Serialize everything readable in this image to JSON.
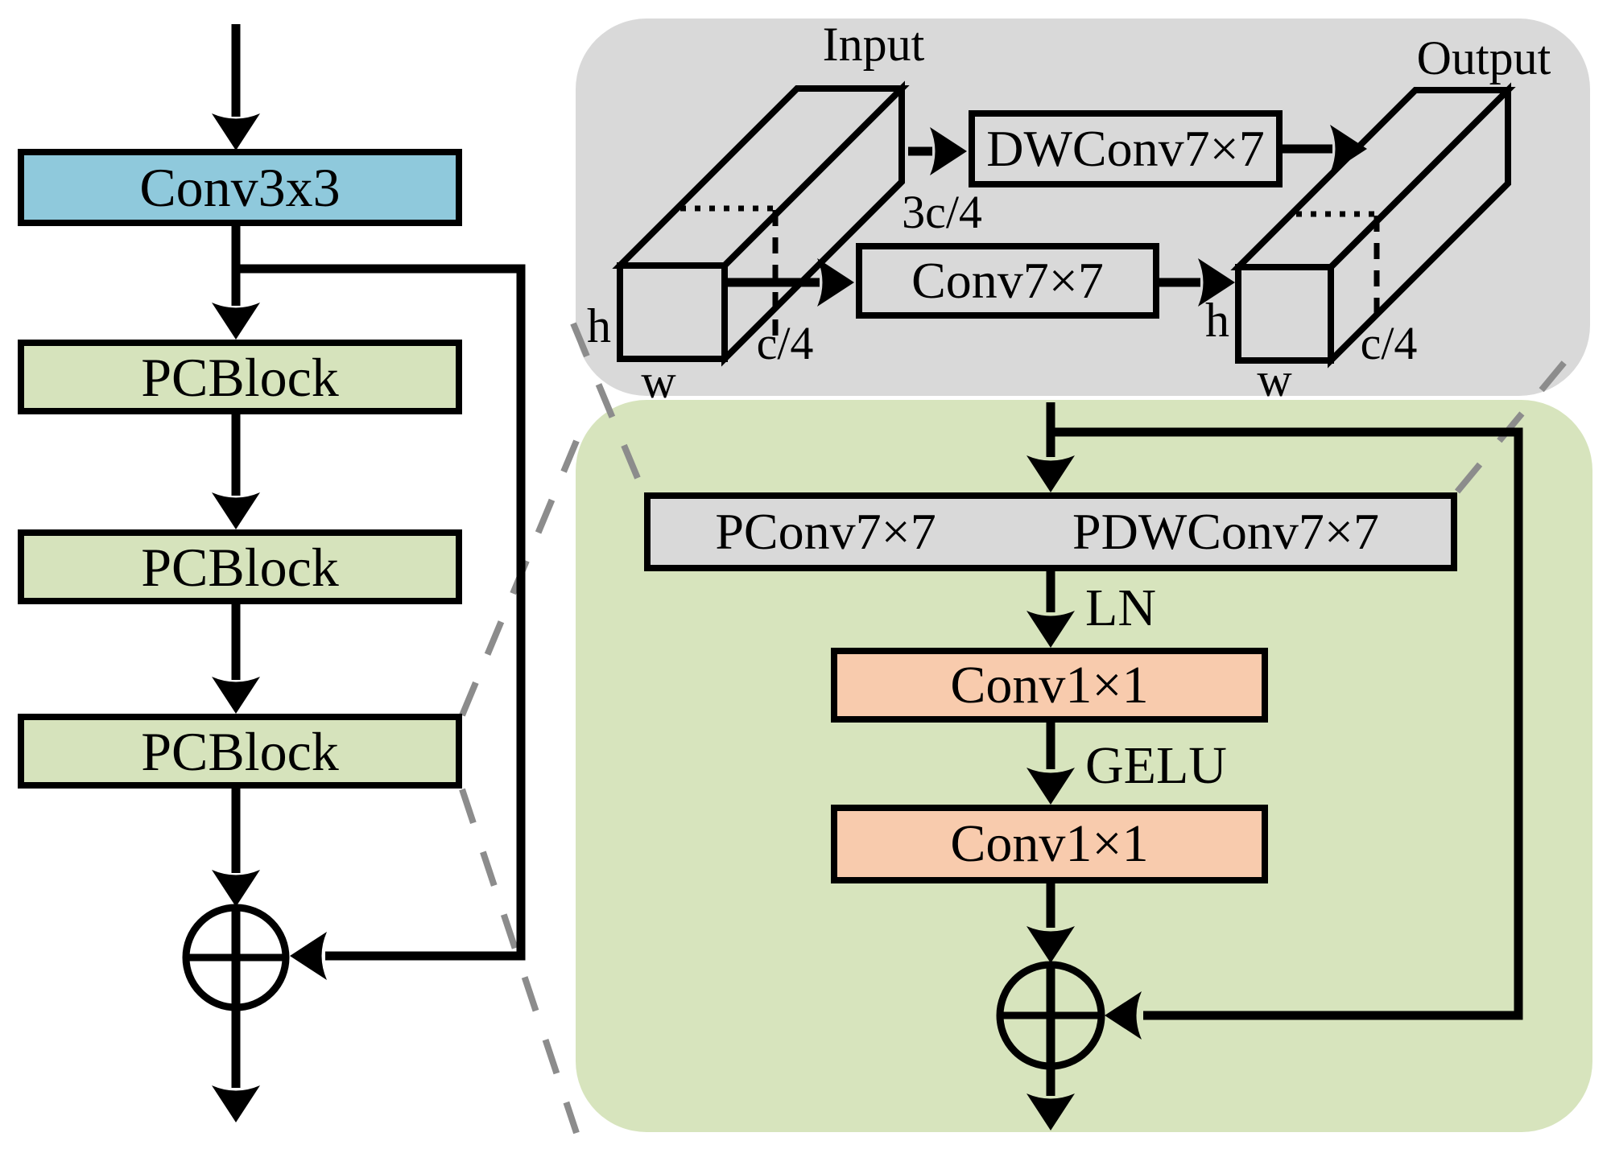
{
  "figure": {
    "type": "neural-network-architecture-diagram"
  },
  "colors": {
    "conv3x3_fill": "#8FC9DC",
    "green_fill": "#D6E3BC",
    "panel_green": "#D7E4BD",
    "panel_gray": "#D9D9D9",
    "orange_fill": "#F8CBAD",
    "dash_gray": "#8C8C8C",
    "line_black": "#000000",
    "background": "#FFFFFF"
  },
  "left_pipeline": {
    "conv": {
      "label": "Conv3x3"
    },
    "pcblocks": [
      {
        "label": "PCBlock"
      },
      {
        "label": "PCBlock"
      },
      {
        "label": "PCBlock"
      }
    ],
    "sum_symbol": "⊕"
  },
  "pconv_detail_panel": {
    "input_label": "Input",
    "output_label": "Output",
    "dwconv": {
      "label": "DWConv7×7"
    },
    "conv": {
      "label": "Conv7×7"
    },
    "channels_major": "3c/4",
    "input_cube": {
      "h": "h",
      "w": "w",
      "c": "c/4"
    },
    "output_cube": {
      "h": "h",
      "w": "w",
      "c": "c/4"
    }
  },
  "pcblock_detail_panel": {
    "pconv": {
      "label": "PConv7×7"
    },
    "pdwconv": {
      "label": "PDWConv7×7"
    },
    "ln": "LN",
    "conv1": {
      "label": "Conv1×1"
    },
    "gelu": "GELU",
    "conv2": {
      "label": "Conv1×1"
    },
    "sum_symbol": "⊕"
  }
}
